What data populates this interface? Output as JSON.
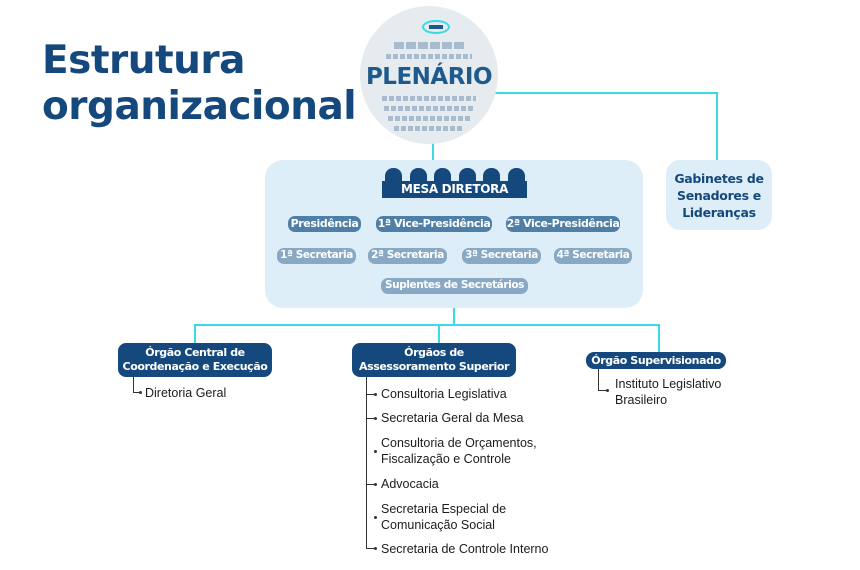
{
  "title": {
    "line1": "Estrutura",
    "line2": "organizacional"
  },
  "plenario": {
    "label": "PLENÁRIO"
  },
  "mesa_diretora": {
    "label": "MESA DIRETORA",
    "row1": [
      "Presidência",
      "1ª Vice-Presidência",
      "2ª Vice-Presidência"
    ],
    "row2": [
      "1ª Secretaria",
      "2ª Secretaria",
      "3ª Secretaria",
      "4ª Secretaria"
    ],
    "row3": [
      "Suplentes de Secretários"
    ]
  },
  "gabinetes": {
    "label": "Gabinetes de Senadores e Lideranças"
  },
  "orgaos": [
    {
      "label_line1": "Órgão Central de",
      "label_line2": "Coordenação e Execução",
      "items": [
        "Diretoria Geral"
      ]
    },
    {
      "label_line1": "Órgãos de",
      "label_line2": "Assessoramento Superior",
      "items": [
        "Consultoria Legislativa",
        "Secretaria Geral da Mesa",
        "Consultoria de Orçamentos, Fiscalização e Controle",
        "Advocacia",
        "Secretaria Especial de Comunicação Social",
        "Secretaria de Controle Interno"
      ]
    },
    {
      "label_line1": "Órgão Supervisionado",
      "items": [
        "Instituto Legislativo Brasileiro"
      ]
    }
  ],
  "colors": {
    "primary": "#15497e",
    "connector": "#38dbe6",
    "panel": "#deeef8",
    "pill_dark": "#4f7fa6",
    "pill_light": "#88a8c4"
  }
}
